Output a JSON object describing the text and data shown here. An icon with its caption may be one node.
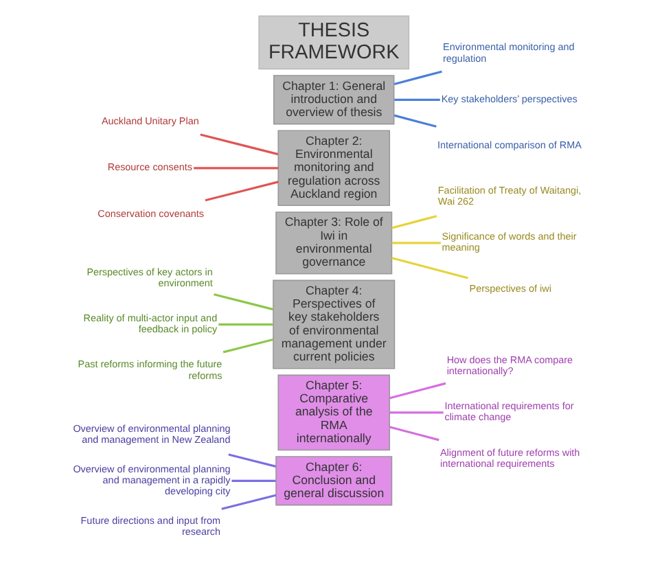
{
  "diagram": {
    "nodes": [
      {
        "text": [
          "THESIS FRAMEWORK"
        ]
      },
      {
        "text": [
          "Chapter 1: General introduction and overview of thesis"
        ]
      },
      {
        "text": [
          "Environmental monitoring and regulation"
        ]
      },
      {
        "text": [
          "Key stakeholders’ perspectives"
        ]
      },
      {
        "text": [
          "International comparison of RMA"
        ]
      },
      {
        "text": [
          "Chapter 2: Environmental monitoring and regulation across Auckland region"
        ]
      },
      {
        "text": [
          "Auckland Unitary Plan"
        ]
      },
      {
        "text": [
          "Resource consents"
        ]
      },
      {
        "text": [
          "Conservation covenants"
        ]
      },
      {
        "text": [
          "Chapter 3: Role of Iwi in environmental governance"
        ]
      },
      {
        "text": [
          "Facilitation of Treaty of Waitangi, Wai 262"
        ]
      },
      {
        "text": [
          "Significance of words and their meaning"
        ]
      },
      {
        "text": [
          "Perspectives of iwi"
        ]
      },
      {
        "text": [
          "Chapter 4: Perspectives of key stakeholders of environmental management under current policies"
        ]
      },
      {
        "text": [
          "Perspectives of key actors in environment"
        ]
      },
      {
        "text": [
          "Reality of multi-actor input and feedback in policy"
        ]
      },
      {
        "text": [
          "Past reforms informing the future reforms"
        ]
      },
      {
        "text": [
          "Chapter 5: Comparative analysis of the RMA internationally"
        ]
      },
      {
        "text": [
          "How does the RMA compare internationally?"
        ]
      },
      {
        "text": [
          "International requirements for climate change"
        ]
      },
      {
        "text": [
          "Alignment of future reforms with international requirements"
        ]
      },
      {
        "text": [
          "Chapter 6: Conclusion and general discussion"
        ]
      },
      {
        "text": [
          "Overview of environmental planning and management in New Zealand"
        ]
      },
      {
        "text": [
          "Overview of environmental planning and management in a rapidly developing city"
        ]
      },
      {
        "text": [
          "Future directions and input from research"
        ]
      }
    ],
    "edges": [
      {
        "from": 1,
        "to": 2,
        "arrow": "none",
        "color": "#4a7fd8"
      },
      {
        "from": 1,
        "to": 3,
        "arrow": "none",
        "color": "#4a7fd8"
      },
      {
        "from": 1,
        "to": 4,
        "arrow": "none",
        "color": "#4a7fd8"
      },
      {
        "from": 5,
        "to": 6,
        "arrow": "none",
        "color": "#e05555"
      },
      {
        "from": 5,
        "to": 7,
        "arrow": "none",
        "color": "#e05555"
      },
      {
        "from": 5,
        "to": 8,
        "arrow": "none",
        "color": "#e05555"
      },
      {
        "from": 9,
        "to": 10,
        "arrow": "none",
        "color": "#e6d33a"
      },
      {
        "from": 9,
        "to": 11,
        "arrow": "none",
        "color": "#e6d33a"
      },
      {
        "from": 9,
        "to": 12,
        "arrow": "none",
        "color": "#e6d33a"
      },
      {
        "from": 13,
        "to": 14,
        "arrow": "none",
        "color": "#8cc84b"
      },
      {
        "from": 13,
        "to": 15,
        "arrow": "none",
        "color": "#8cc84b"
      },
      {
        "from": 13,
        "to": 16,
        "arrow": "none",
        "color": "#8cc84b"
      },
      {
        "from": 17,
        "to": 18,
        "arrow": "none",
        "color": "#d66ee0"
      },
      {
        "from": 17,
        "to": 19,
        "arrow": "none",
        "color": "#d66ee0"
      },
      {
        "from": 17,
        "to": 20,
        "arrow": "none",
        "color": "#d66ee0"
      },
      {
        "from": 21,
        "to": 22,
        "arrow": "none",
        "color": "#7b6fe0"
      },
      {
        "from": 21,
        "to": 23,
        "arrow": "none",
        "color": "#7b6fe0"
      },
      {
        "from": 21,
        "to": 24,
        "arrow": "none",
        "color": "#7b6fe0"
      }
    ]
  }
}
